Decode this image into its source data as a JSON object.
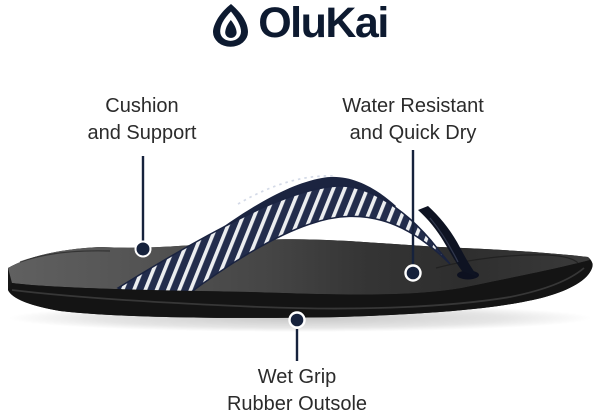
{
  "brand": {
    "name": "OluKai"
  },
  "callouts": [
    {
      "id": "cushion",
      "line1": "Cushion",
      "line2": "and Support",
      "target": "footbed heel area"
    },
    {
      "id": "water",
      "line1": "Water Resistant",
      "line2": "and Quick Dry",
      "target": "strap and footbed"
    },
    {
      "id": "outsole",
      "line1": "Wet Grip",
      "line2": "Rubber Outsole",
      "target": "outsole bottom"
    }
  ],
  "icons": [
    {
      "name": "olukai-drop-logo-icon",
      "meaning": "water-drop brand mark"
    }
  ],
  "colors": {
    "background": "#ffffff",
    "brand_navy": "#0d1a30",
    "callout_navy": "#16223c",
    "label_text": "#2b2b2b",
    "strap_navy": "#232d4c",
    "stripe_white": "#eceef0",
    "footbed_gray": "#4f4f4f",
    "outsole_black": "#161616"
  }
}
